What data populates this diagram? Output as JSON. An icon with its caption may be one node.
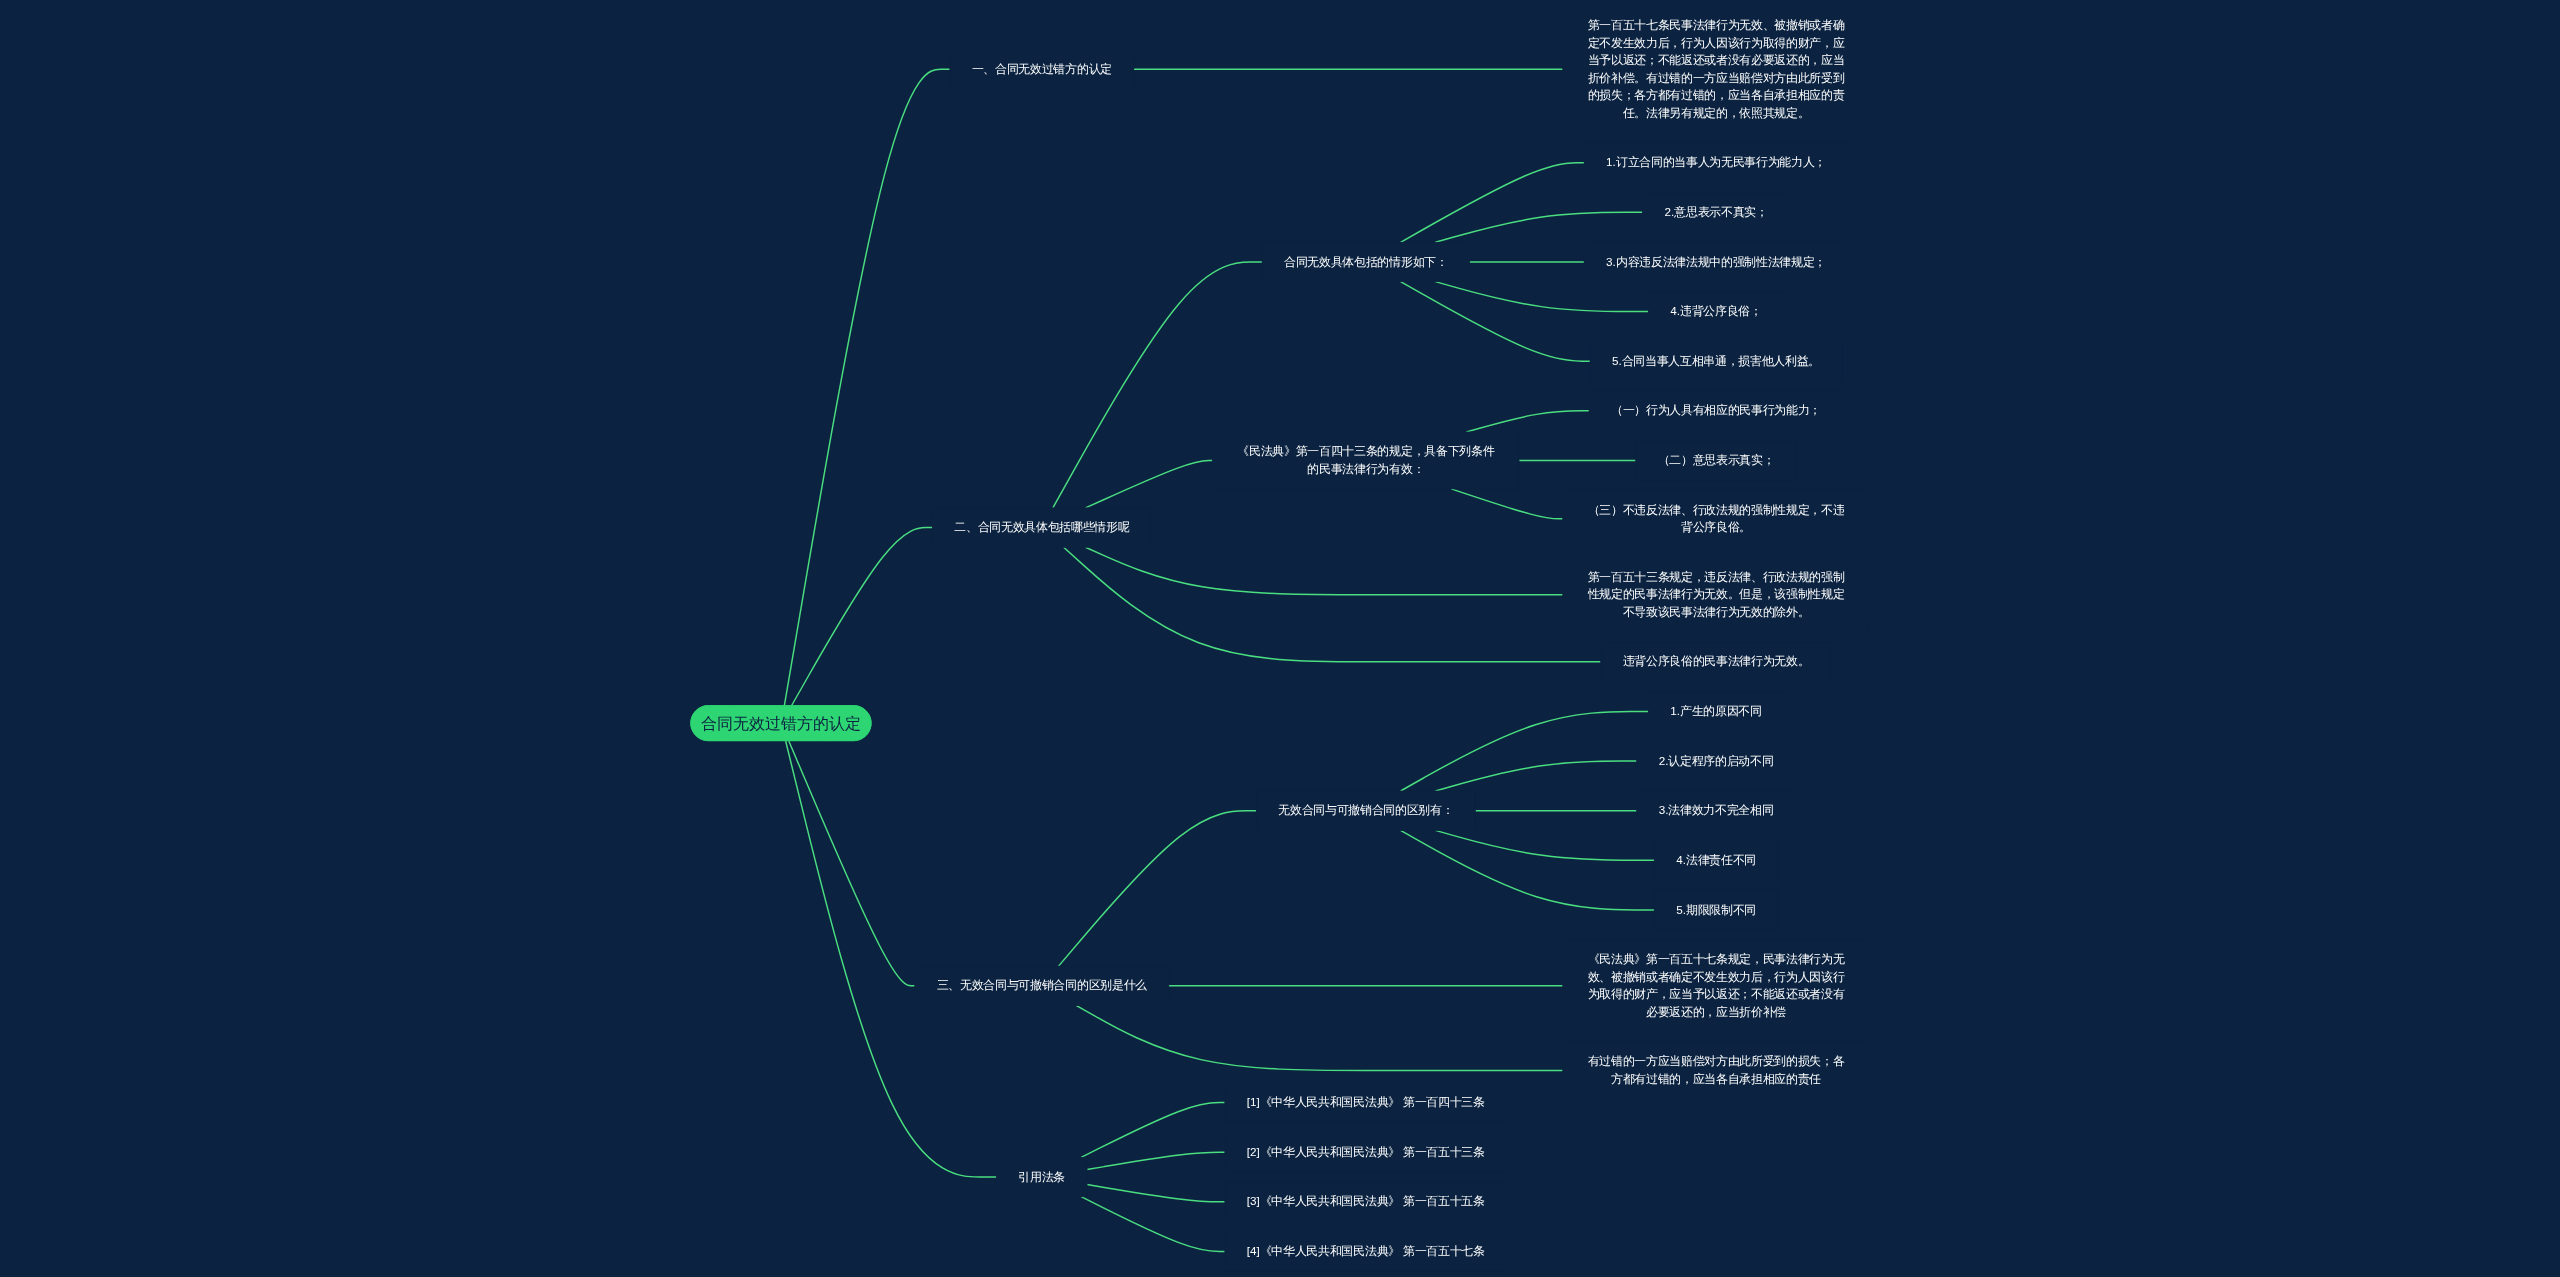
{
  "diagram": {
    "nodes": [
      {
        "text": [
          "合同无效过错方的认定"
        ]
      },
      {
        "text": [
          "一、合同无效过错方的认定"
        ]
      },
      {
        "text": [
          "第一百五十七条民事法律行为无效、被撤销或者确定不发生效力后，行为人因该行为取得的财产，应当予以返还；不能返还或者没有必要返还的，应当折价补偿。有过错的一方应当赔偿对方由此所受到的损失；各方都有过错的，应当各自承担相应的责任。法律另有规定的，依照其规定。"
        ]
      },
      {
        "text": [
          "二、合同无效具体包括哪些情形呢"
        ]
      },
      {
        "text": [
          "合同无效具体包括的情形如下："
        ]
      },
      {
        "text": [
          "1.订立合同的当事人为无民事行为能力人；"
        ]
      },
      {
        "text": [
          "2.意思表示不真实；"
        ]
      },
      {
        "text": [
          "3.内容违反法律法规中的强制性法律规定；"
        ]
      },
      {
        "text": [
          "4.违背公序良俗；"
        ]
      },
      {
        "text": [
          "5.合同当事人互相串通，损害他人利益。"
        ]
      },
      {
        "text": [
          "《民法典》第一百四十三条的规定，具备下列条件的民事法律行为有效："
        ]
      },
      {
        "text": [
          "（一）行为人具有相应的民事行为能力；"
        ]
      },
      {
        "text": [
          "（二）意思表示真实；"
        ]
      },
      {
        "text": [
          "（三）不违反法律、行政法规的强制性规定，不违背公序良俗。"
        ]
      },
      {
        "text": [
          "第一百五十三条规定，违反法律、行政法规的强制性规定的民事法律行为无效。但是，该强制性规定不导致该民事法律行为无效的除外。"
        ]
      },
      {
        "text": [
          "违背公序良俗的民事法律行为无效。"
        ]
      },
      {
        "text": [
          "三、无效合同与可撤销合同的区别是什么"
        ]
      },
      {
        "text": [
          "无效合同与可撤销合同的区别有："
        ]
      },
      {
        "text": [
          "1.产生的原因不同"
        ]
      },
      {
        "text": [
          "2.认定程序的启动不同"
        ]
      },
      {
        "text": [
          "3.法律效力不完全相同"
        ]
      },
      {
        "text": [
          "4.法律责任不同"
        ]
      },
      {
        "text": [
          "5.期限限制不同"
        ]
      },
      {
        "text": [
          "《民法典》第一百五十七条规定，民事法律行为无效、被撤销或者确定不发生效力后，行为人因该行为取得的财产，应当予以返还；不能返还或者没有必要返还的，应当折价补偿"
        ]
      },
      {
        "text": [
          "有过错的一方应当赔偿对方由此所受到的损失；各方都有过错的，应当各自承担相应的责任"
        ]
      },
      {
        "text": [
          "引用法条"
        ]
      },
      {
        "text": [
          "[1]《中华人民共和国民法典》 第一百四十三条"
        ]
      },
      {
        "text": [
          "[2]《中华人民共和国民法典》 第一百五十三条"
        ]
      },
      {
        "text": [
          "[3]《中华人民共和国民法典》 第一百五十五条"
        ]
      },
      {
        "text": [
          "[4]《中华人民共和国民法典》 第一百五十七条"
        ]
      }
    ],
    "edges": [
      {
        "from": 0,
        "to": 1,
        "arrow": "none"
      },
      {
        "from": 1,
        "to": 2,
        "arrow": "none"
      },
      {
        "from": 0,
        "to": 3,
        "arrow": "none"
      },
      {
        "from": 3,
        "to": 4,
        "arrow": "none"
      },
      {
        "from": 4,
        "to": 5,
        "arrow": "none"
      },
      {
        "from": 4,
        "to": 6,
        "arrow": "none"
      },
      {
        "from": 4,
        "to": 7,
        "arrow": "none"
      },
      {
        "from": 4,
        "to": 8,
        "arrow": "none"
      },
      {
        "from": 4,
        "to": 9,
        "arrow": "none"
      },
      {
        "from": 3,
        "to": 10,
        "arrow": "none"
      },
      {
        "from": 10,
        "to": 11,
        "arrow": "none"
      },
      {
        "from": 10,
        "to": 12,
        "arrow": "none"
      },
      {
        "from": 10,
        "to": 13,
        "arrow": "none"
      },
      {
        "from": 3,
        "to": 14,
        "arrow": "none"
      },
      {
        "from": 3,
        "to": 15,
        "arrow": "none"
      },
      {
        "from": 0,
        "to": 16,
        "arrow": "none"
      },
      {
        "from": 16,
        "to": 17,
        "arrow": "none"
      },
      {
        "from": 17,
        "to": 18,
        "arrow": "none"
      },
      {
        "from": 17,
        "to": 19,
        "arrow": "none"
      },
      {
        "from": 17,
        "to": 20,
        "arrow": "none"
      },
      {
        "from": 17,
        "to": 21,
        "arrow": "none"
      },
      {
        "from": 17,
        "to": 22,
        "arrow": "none"
      },
      {
        "from": 16,
        "to": 23,
        "arrow": "none"
      },
      {
        "from": 16,
        "to": 24,
        "arrow": "none"
      },
      {
        "from": 0,
        "to": 25,
        "arrow": "none"
      },
      {
        "from": 25,
        "to": 26,
        "arrow": "none"
      },
      {
        "from": 25,
        "to": 27,
        "arrow": "none"
      },
      {
        "from": 25,
        "to": 28,
        "arrow": "none"
      },
      {
        "from": 25,
        "to": 29,
        "arrow": "none"
      }
    ]
  }
}
